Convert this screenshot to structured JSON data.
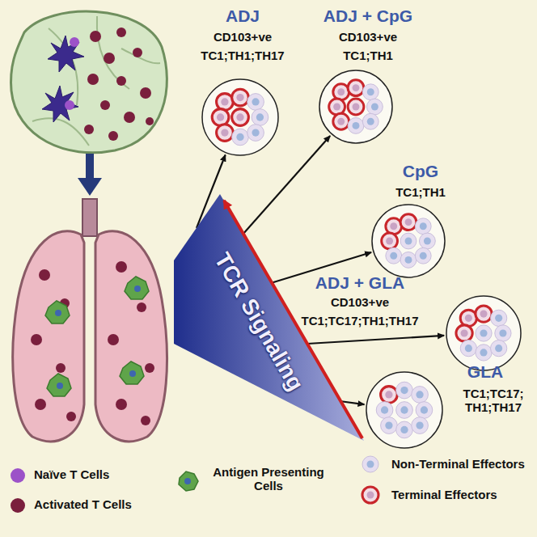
{
  "diagram": {
    "nodes": [
      {
        "text": [
          "TCR Signaling"
        ]
      },
      {
        "text": [
          "ADJ",
          "CD103+ve",
          "TC1;TH1;TH17"
        ]
      },
      {
        "text": [
          "ADJ + CpG",
          "CD103+ve",
          "TC1;TH1"
        ]
      },
      {
        "text": [
          "CpG",
          "TC1;TH1"
        ]
      },
      {
        "text": [
          "ADJ + GLA",
          "CD103+ve",
          "TC1;TC17;TH1;TH17"
        ]
      },
      {
        "text": [
          "GLA",
          "TC1;TC17; TH1;TH17"
        ]
      }
    ],
    "edges": [
      {
        "from": 0,
        "to": 1,
        "arrow": "to"
      },
      {
        "from": 0,
        "to": 2,
        "arrow": "to"
      },
      {
        "from": 0,
        "to": 3,
        "arrow": "to"
      },
      {
        "from": 0,
        "to": 4,
        "arrow": "to"
      },
      {
        "from": 0,
        "to": 5,
        "arrow": "to"
      }
    ],
    "legend": [
      {
        "text": "Naïve T Cells",
        "color": "#9c52c8"
      },
      {
        "text": "Activated T Cells",
        "color": "#7a1f3d"
      },
      {
        "text": "Antigen Presenting Cells"
      },
      {
        "text": "Non-Terminal Effectors"
      },
      {
        "text": "Terminal Effectors"
      }
    ]
  }
}
